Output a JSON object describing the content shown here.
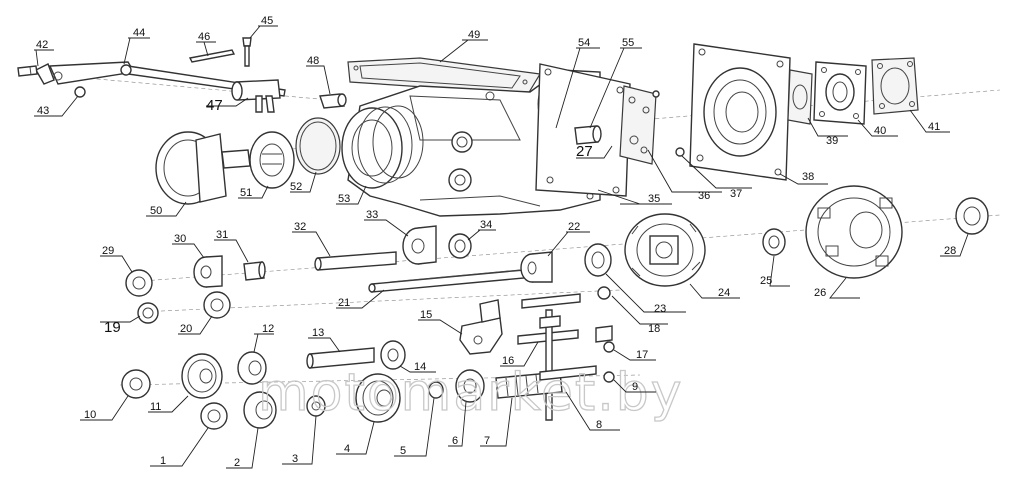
{
  "watermark": "motomarket.by",
  "callouts": [
    {
      "id": "42",
      "label": "42"
    },
    {
      "id": "44",
      "label": "44"
    },
    {
      "id": "46",
      "label": "46"
    },
    {
      "id": "45",
      "label": "45"
    },
    {
      "id": "43",
      "label": "43"
    },
    {
      "id": "47",
      "label": "47"
    },
    {
      "id": "48",
      "label": "48"
    },
    {
      "id": "49",
      "label": "49"
    },
    {
      "id": "54",
      "label": "54"
    },
    {
      "id": "55",
      "label": "55"
    },
    {
      "id": "27",
      "label": "27"
    },
    {
      "id": "36",
      "label": "36"
    },
    {
      "id": "37",
      "label": "37"
    },
    {
      "id": "38",
      "label": "38"
    },
    {
      "id": "39",
      "label": "39"
    },
    {
      "id": "40",
      "label": "40"
    },
    {
      "id": "41",
      "label": "41"
    },
    {
      "id": "50",
      "label": "50"
    },
    {
      "id": "51",
      "label": "51"
    },
    {
      "id": "52",
      "label": "52"
    },
    {
      "id": "53",
      "label": "53"
    },
    {
      "id": "35",
      "label": "35"
    },
    {
      "id": "33",
      "label": "33"
    },
    {
      "id": "34",
      "label": "34"
    },
    {
      "id": "32",
      "label": "32"
    },
    {
      "id": "31",
      "label": "31"
    },
    {
      "id": "30",
      "label": "30"
    },
    {
      "id": "29",
      "label": "29"
    },
    {
      "id": "22",
      "label": "22"
    },
    {
      "id": "24",
      "label": "24"
    },
    {
      "id": "25",
      "label": "25"
    },
    {
      "id": "26",
      "label": "26"
    },
    {
      "id": "28",
      "label": "28"
    },
    {
      "id": "23",
      "label": "23"
    },
    {
      "id": "21",
      "label": "21"
    },
    {
      "id": "19",
      "label": "19"
    },
    {
      "id": "20",
      "label": "20"
    },
    {
      "id": "15",
      "label": "15"
    },
    {
      "id": "18",
      "label": "18"
    },
    {
      "id": "16",
      "label": "16"
    },
    {
      "id": "17",
      "label": "17"
    },
    {
      "id": "12",
      "label": "12"
    },
    {
      "id": "13",
      "label": "13"
    },
    {
      "id": "14",
      "label": "14"
    },
    {
      "id": "10",
      "label": "10"
    },
    {
      "id": "11",
      "label": "11"
    },
    {
      "id": "9",
      "label": "9"
    },
    {
      "id": "8",
      "label": "8"
    },
    {
      "id": "1",
      "label": "1"
    },
    {
      "id": "2",
      "label": "2"
    },
    {
      "id": "3",
      "label": "3"
    },
    {
      "id": "4",
      "label": "4"
    },
    {
      "id": "5",
      "label": "5"
    },
    {
      "id": "6",
      "label": "6"
    },
    {
      "id": "7",
      "label": "7"
    }
  ]
}
